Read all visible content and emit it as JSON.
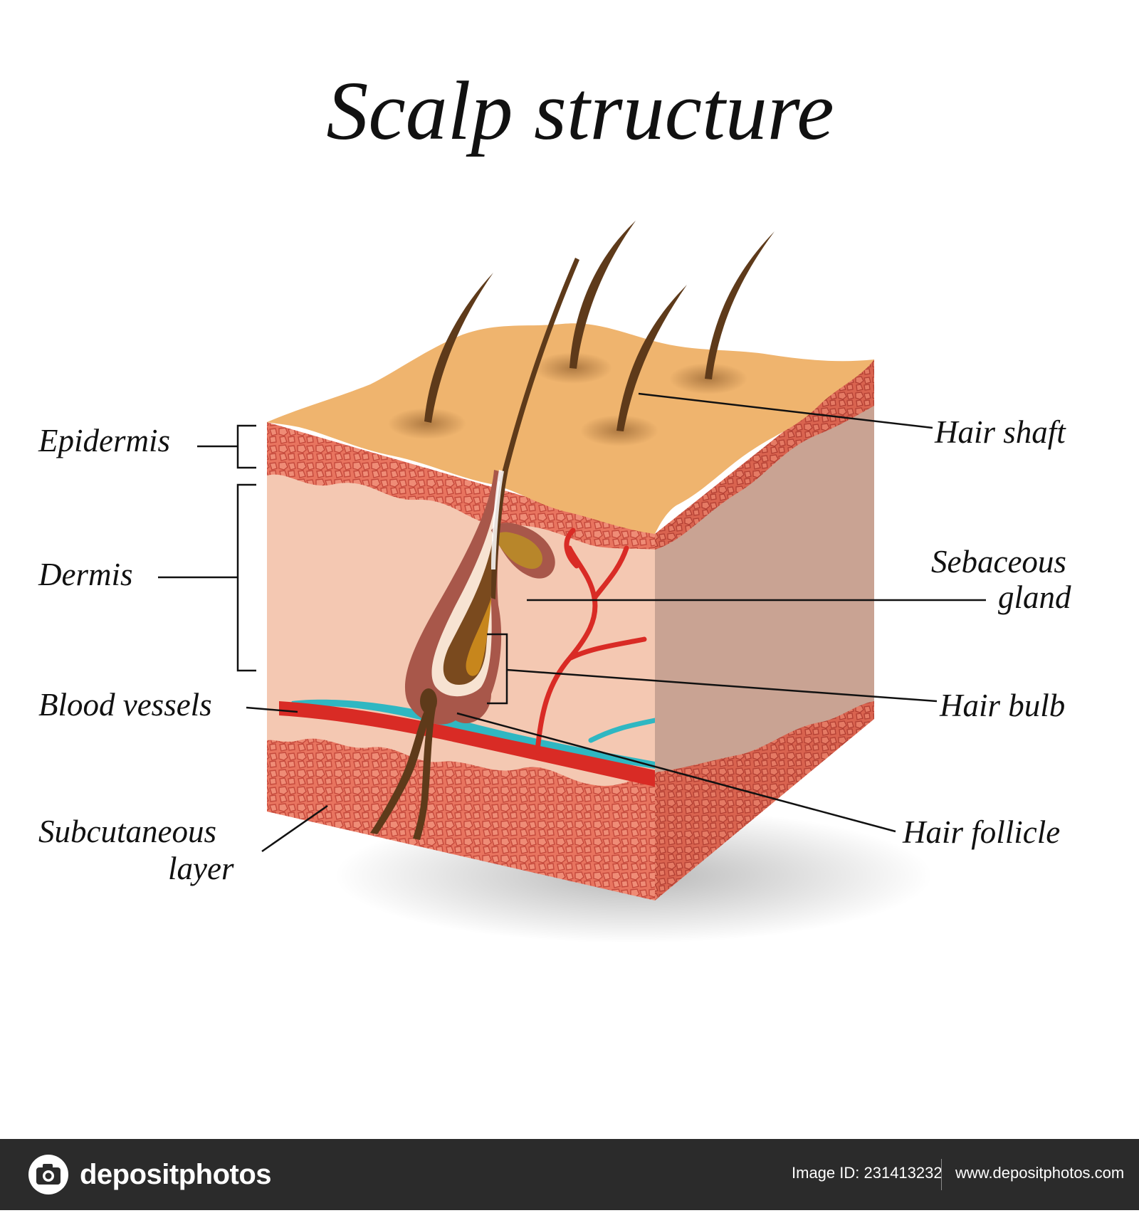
{
  "title": "Scalp structure",
  "labels": {
    "epidermis": "Epidermis",
    "dermis": "Dermis",
    "blood_vessels": "Blood vessels",
    "subcutaneous_1": "Subcutaneous",
    "subcutaneous_2": "layer",
    "hair_shaft": "Hair shaft",
    "sebaceous_1": "Sebaceous",
    "sebaceous_2": "gland",
    "hair_bulb": "Hair bulb",
    "hair_follicle": "Hair follicle"
  },
  "footer": {
    "brand": "depositphotos",
    "image_id": "Image ID: 231413232",
    "url": "www.depositphotos.com"
  },
  "colors": {
    "skin_top": "#EFB46E",
    "epidermis_cells": "#E66F5E",
    "dermis": "#F3C7B1",
    "dermis_side": "#C7A292",
    "artery": "#D92B25",
    "vein": "#2FB7C2",
    "hair": "#5E3A1A",
    "follicle": "#A8574A"
  }
}
